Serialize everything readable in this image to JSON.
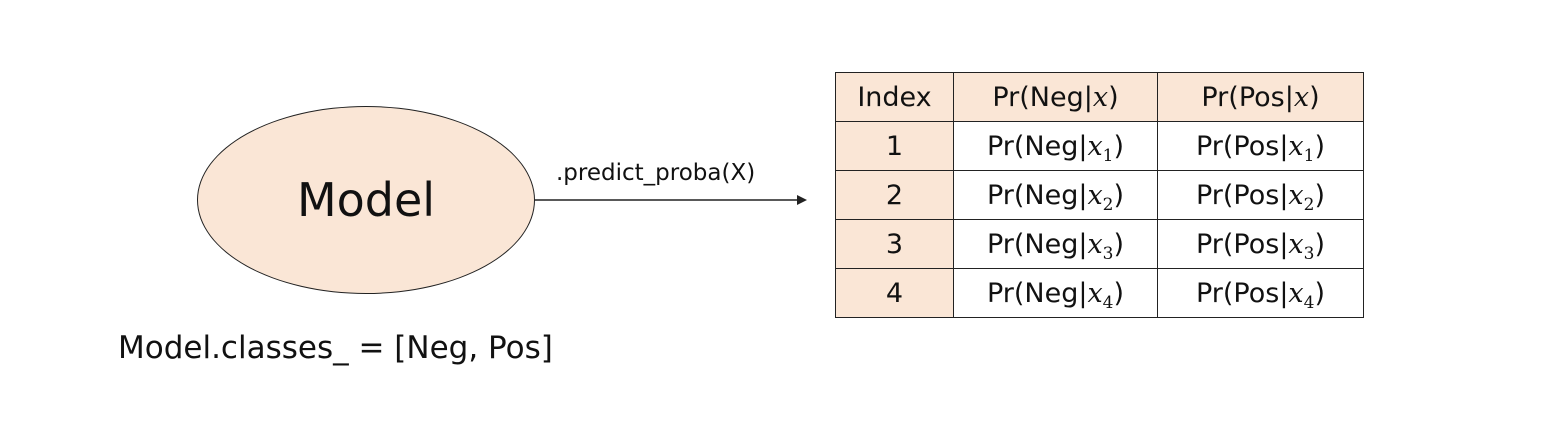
{
  "diagram": {
    "model_label": "Model",
    "method_label": ".predict_proba(X)",
    "classes_label": "Model.classes_ = [Neg, Pos]",
    "colors": {
      "ellipse_fill": "#fae6d6",
      "index_column_fill": "#fae6d6",
      "header_fill": "#fae6d6",
      "stroke": "#222222"
    },
    "table": {
      "headers": [
        {
          "prefix": "Index",
          "var": "",
          "suffix": ""
        },
        {
          "prefix": "Pr(Neg|",
          "var": "x",
          "suffix": ")"
        },
        {
          "prefix": "Pr(Pos|",
          "var": "x",
          "suffix": ")"
        }
      ],
      "rows": [
        {
          "index": "1",
          "neg_prefix": "Pr(Neg|",
          "pos_prefix": "Pr(Pos|",
          "var": "x",
          "sub": "1",
          "close": ")"
        },
        {
          "index": "2",
          "neg_prefix": "Pr(Neg|",
          "pos_prefix": "Pr(Pos|",
          "var": "x",
          "sub": "2",
          "close": ")"
        },
        {
          "index": "3",
          "neg_prefix": "Pr(Neg|",
          "pos_prefix": "Pr(Pos|",
          "var": "x",
          "sub": "3",
          "close": ")"
        },
        {
          "index": "4",
          "neg_prefix": "Pr(Neg|",
          "pos_prefix": "Pr(Pos|",
          "var": "x",
          "sub": "4",
          "close": ")"
        }
      ]
    }
  }
}
